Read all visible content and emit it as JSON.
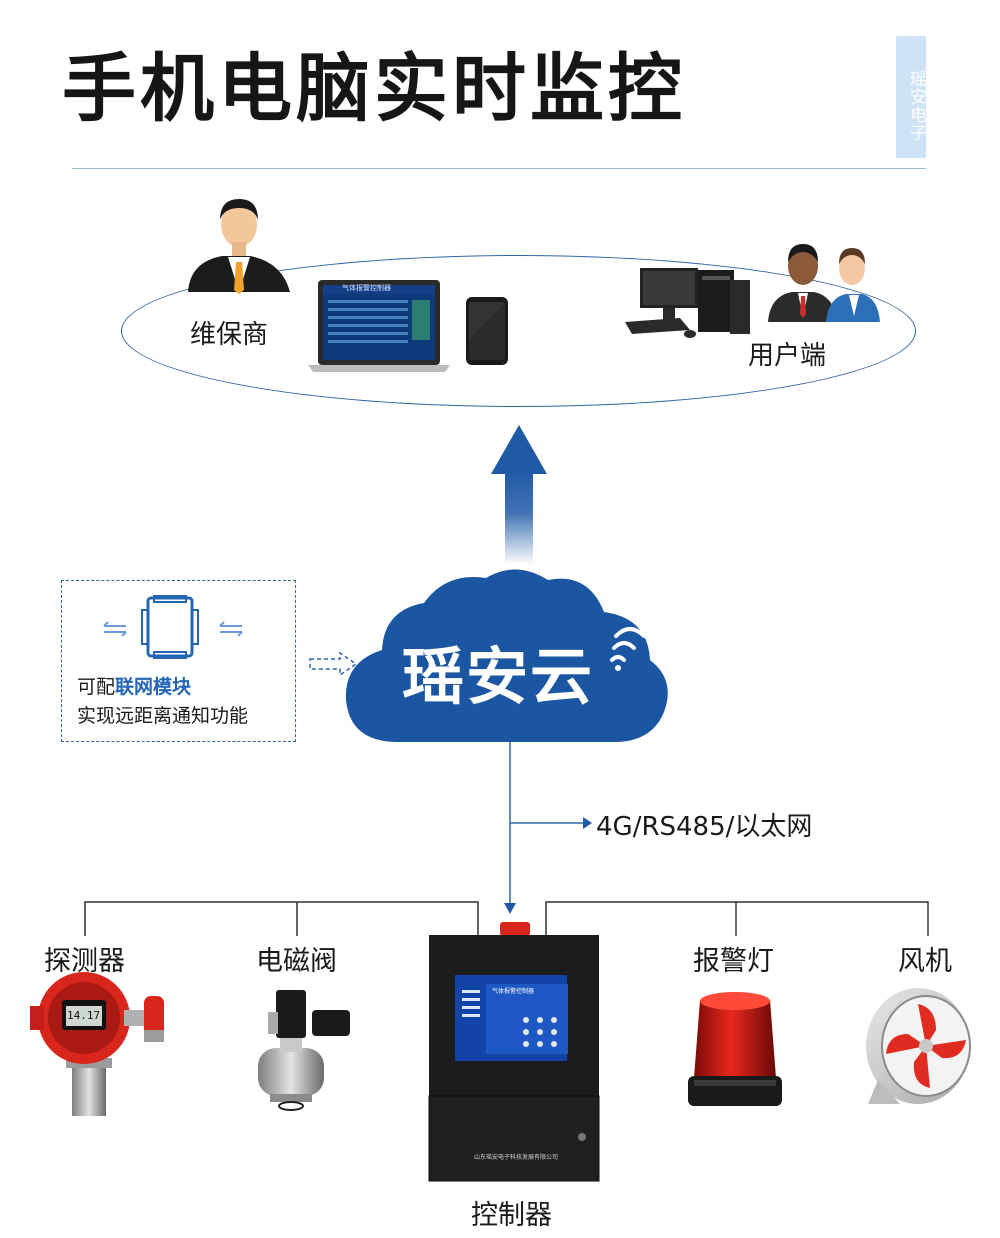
{
  "title": "手机电脑实时监控",
  "brand_tag": "瑶安电子",
  "top_group": {
    "left_label": "维保商",
    "right_label": "用户端",
    "laptop_screen_title": "气体报警控制器"
  },
  "cloud": {
    "label": "瑶安云"
  },
  "side_note": {
    "prefix": "可配",
    "highlight": "联网模块",
    "line2": "实现远距离通知功能"
  },
  "network_label": "4G/RS485/以太网",
  "devices": {
    "detector": "探测器",
    "valve": "电磁阀",
    "controller": "控制器",
    "alarm_light": "报警灯",
    "fan": "风机"
  },
  "detector_reading": "14.17",
  "controller_screen_title": "气体报警控制器",
  "controller_plate": "山东瑶安电子科技发展有限公司",
  "colors": {
    "accent_blue": "#1f5aa6",
    "cloud_blue": "#1b56a2",
    "line": "#2f66a6",
    "device_red": "#d9261c"
  }
}
